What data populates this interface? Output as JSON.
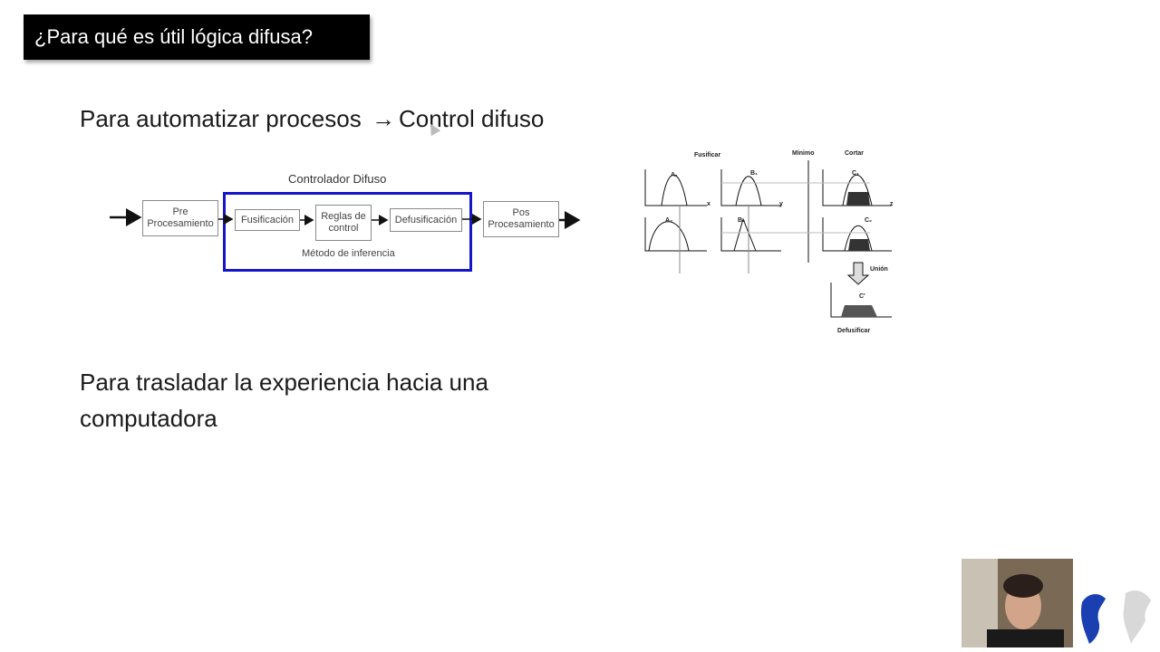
{
  "slide": {
    "title": "¿Para qué es útil lógica difusa?",
    "line1_before": "Para automatizar procesos",
    "line1_arrow": "→",
    "line1_after": "Control difuso",
    "line2": "Para trasladar la experiencia hacia una computadora"
  },
  "block_diagram": {
    "controller_title": "Controlador Difuso",
    "pre": "Pre Procesamiento",
    "fusificacion": "Fusificación",
    "reglas": "Reglas de control",
    "defusificacion": "Defusificación",
    "pos": "Pos Procesamiento",
    "metodo": "Método de inferencia"
  },
  "fuzzy_figure": {
    "fusificar": "Fusificar",
    "minimo": "Mínimo",
    "cortar": "Cortar",
    "union": "Unión",
    "defusificar": "Defusificar",
    "a1": "A₁",
    "b1": "B₁",
    "c1": "C₁",
    "a2": "A₂",
    "b2": "B₂",
    "c2": "C₂",
    "c_prime": "C'",
    "x": "x",
    "y": "y",
    "z": "z"
  },
  "colors": {
    "title_bg": "#000000",
    "controller_border": "#1515c9"
  }
}
